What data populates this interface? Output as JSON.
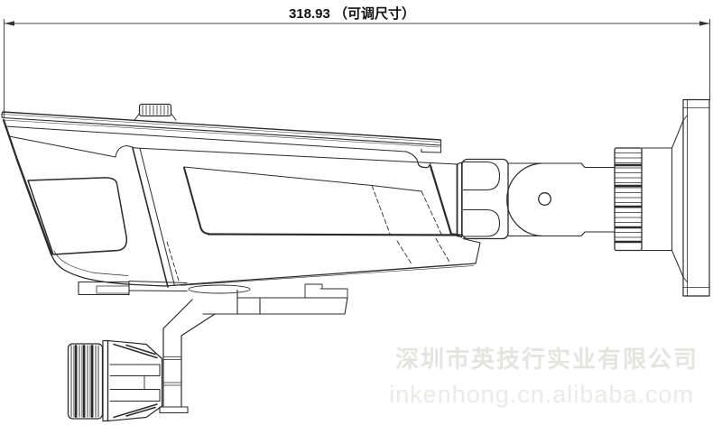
{
  "dimension": {
    "label": "318.93 （可调尺寸）"
  },
  "watermark": {
    "company": "深圳市英技行实业有限公司",
    "site": "inkenhong.cn.alibaba.com"
  },
  "colors": {
    "line": "#2b2b2b",
    "bold_line": "#1c1c1c",
    "dimension_text": "#111111",
    "watermark_company": "#e4e4e1",
    "watermark_site": "#eaeae7",
    "background": "#ffffff"
  }
}
